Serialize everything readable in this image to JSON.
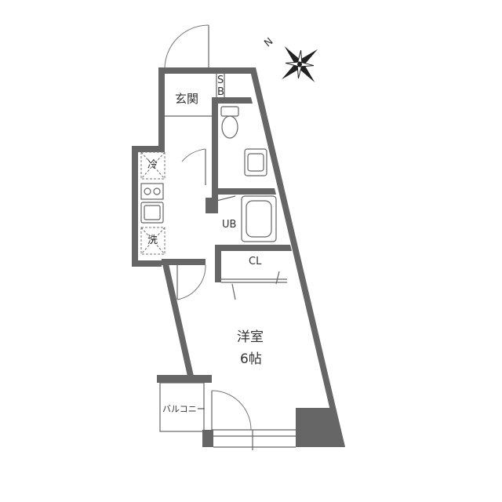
{
  "compass": {
    "north_label": "N",
    "icon": "compass-rose-icon"
  },
  "rooms": {
    "entrance": "玄関",
    "shoe_box_s": "S",
    "shoe_box_b": "B",
    "refrigerator": "冷",
    "washer": "洗",
    "unit_bath": "UB",
    "closet": "CL",
    "western_room": "洋室",
    "western_room_size": "6帖",
    "balcony": "バルコニー"
  },
  "icons": [
    "toilet-icon",
    "wash-basin-icon",
    "bathtub-icon",
    "stove-burner-icon",
    "kitchen-sink-icon"
  ]
}
